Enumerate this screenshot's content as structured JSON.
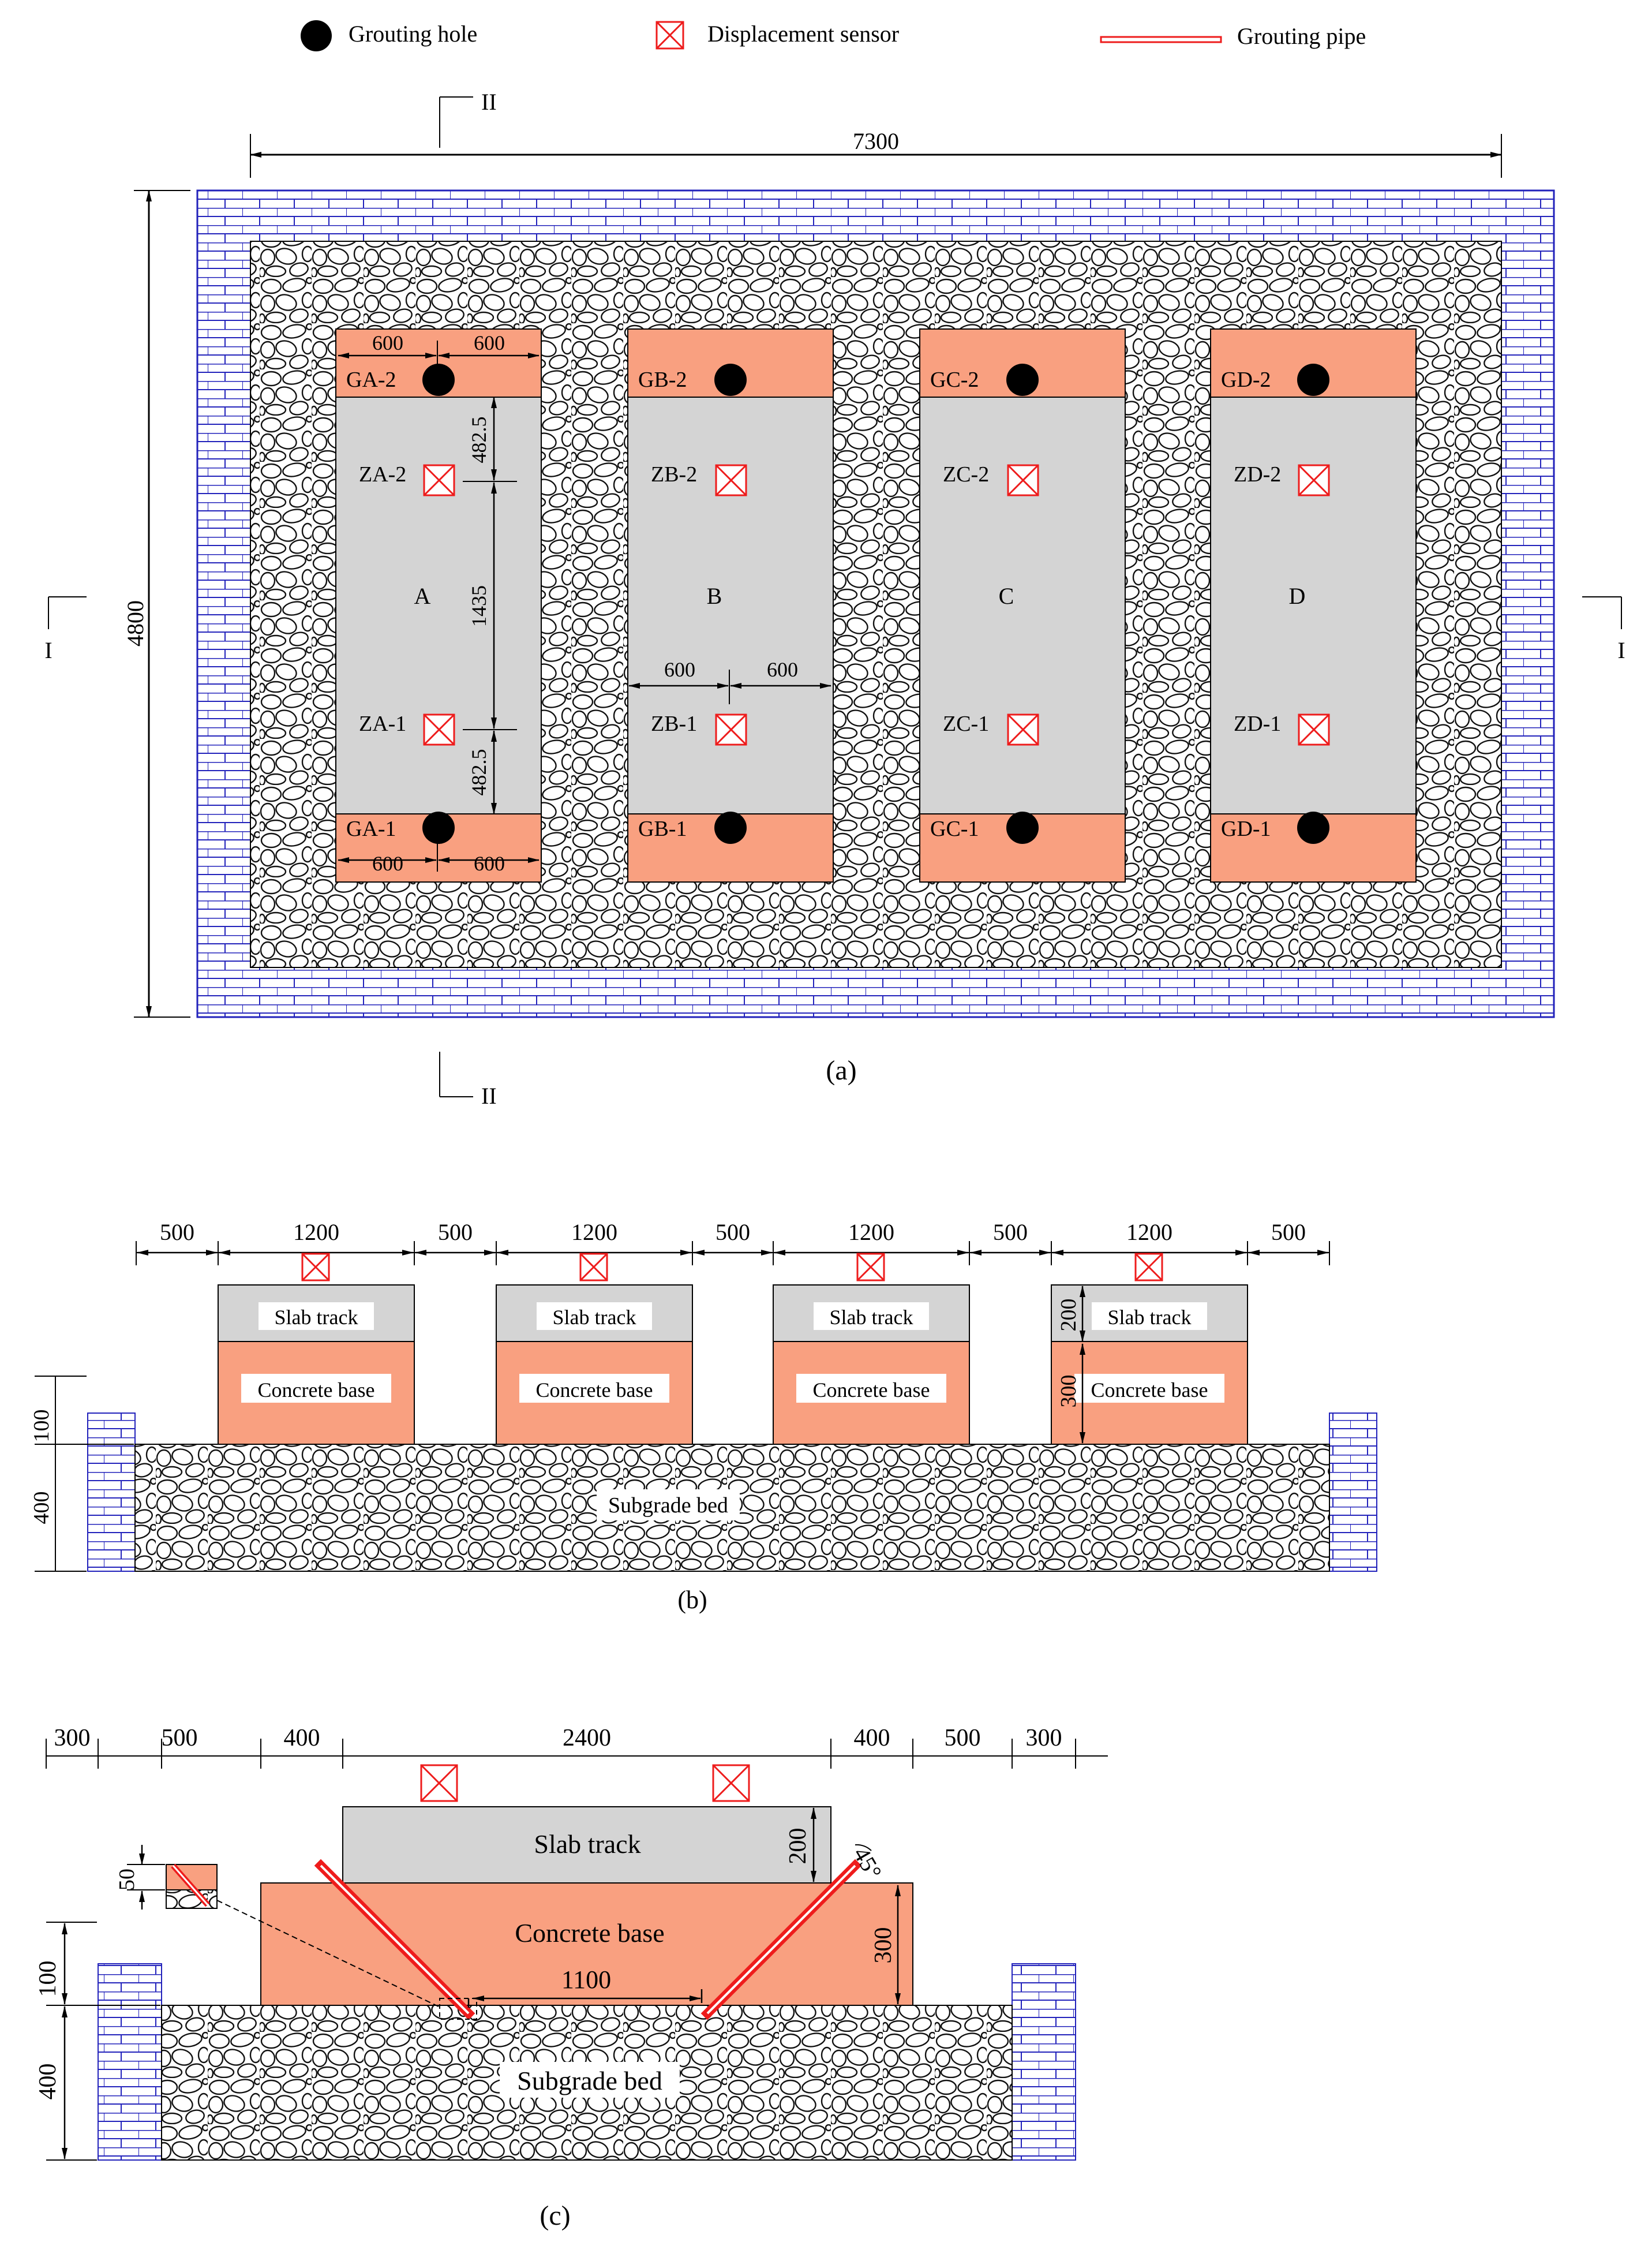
{
  "legend": {
    "hole": "Grouting hole",
    "sensor": "Displacement sensor",
    "pipe": "Grouting pipe"
  },
  "colors": {
    "concrete_base": "#f9a080",
    "slab_track": "#d4d4d4",
    "brick": "#2222bb",
    "pipe": "#ee1c1c",
    "sensor": "#ee1c1c"
  },
  "plan": {
    "caption": "(a)",
    "section_I": "I",
    "section_II": "II",
    "total_width": "7300",
    "total_height": "4800",
    "dim_600": "600",
    "dim_482": "482.5",
    "dim_1435": "1435",
    "slabs": [
      {
        "letter": "A",
        "hole_top": "GA-2",
        "hole_bottom": "GA-1",
        "sensor_top": "ZA-2",
        "sensor_bottom": "ZA-1"
      },
      {
        "letter": "B",
        "hole_top": "GB-2",
        "hole_bottom": "GB-1",
        "sensor_top": "ZB-2",
        "sensor_bottom": "ZB-1"
      },
      {
        "letter": "C",
        "hole_top": "GC-2",
        "hole_bottom": "GC-1",
        "sensor_top": "ZC-2",
        "sensor_bottom": "ZC-1"
      },
      {
        "letter": "D",
        "hole_top": "GD-2",
        "hole_bottom": "GD-1",
        "sensor_top": "ZD-2",
        "sensor_bottom": "ZD-1"
      }
    ]
  },
  "section_b": {
    "caption": "(b)",
    "top_dims": [
      "500",
      "1200",
      "500",
      "1200",
      "500",
      "1200",
      "500",
      "1200",
      "500"
    ],
    "slab_label": "Slab track",
    "base_label": "Concrete base",
    "subgrade_label": "Subgrade bed",
    "dim_slab": "200",
    "dim_base": "300",
    "dim_step": "100",
    "dim_bed": "400"
  },
  "section_c": {
    "caption": "(c)",
    "top_dims": [
      "300",
      "500",
      "400",
      "2400",
      "400",
      "500",
      "300"
    ],
    "slab_label": "Slab track",
    "base_label": "Concrete base",
    "subgrade_label": "Subgrade bed",
    "dim_slab": "200",
    "dim_base": "300",
    "dim_step": "100",
    "dim_bed": "400",
    "dim_pipe_span": "1100",
    "dim_detail": "50",
    "angle": "45°"
  }
}
